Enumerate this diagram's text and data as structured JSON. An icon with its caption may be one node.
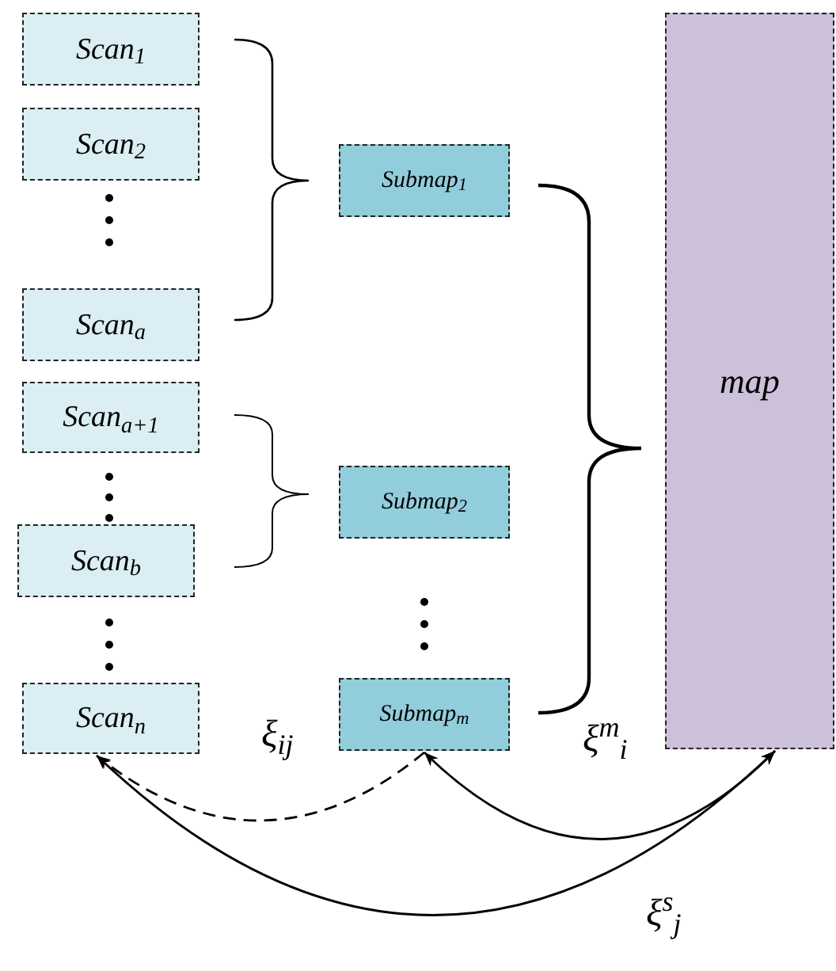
{
  "diagram": {
    "nodes": [
      {
        "text": [
          "Scan$_{1}$"
        ]
      },
      {
        "text": [
          "Scan$_{2}$"
        ]
      },
      {
        "text": [
          "Scan$_{a}$"
        ]
      },
      {
        "text": [
          "Scan$_{a+1}$"
        ]
      },
      {
        "text": [
          "Scan$_{b}$"
        ]
      },
      {
        "text": [
          "Scan$_{n}$"
        ]
      },
      {
        "text": [
          "Submap$_{1}$"
        ]
      },
      {
        "text": [
          "Submap$_{2}$"
        ]
      },
      {
        "text": [
          "Submap$_{m}$"
        ]
      },
      {
        "text": [
          "map"
        ]
      }
    ],
    "edges": [
      {
        "from": 8,
        "to": 5,
        "arrow": "to",
        "style": "dashed",
        "label": "ξ$_{ij}$"
      },
      {
        "from": 9,
        "to": 8,
        "arrow": "both",
        "label": "ξ$^{m}$$_{i}$"
      },
      {
        "from": 9,
        "to": 5,
        "arrow": "both",
        "label": "ξ$^{s}$$_{j}$"
      }
    ]
  }
}
